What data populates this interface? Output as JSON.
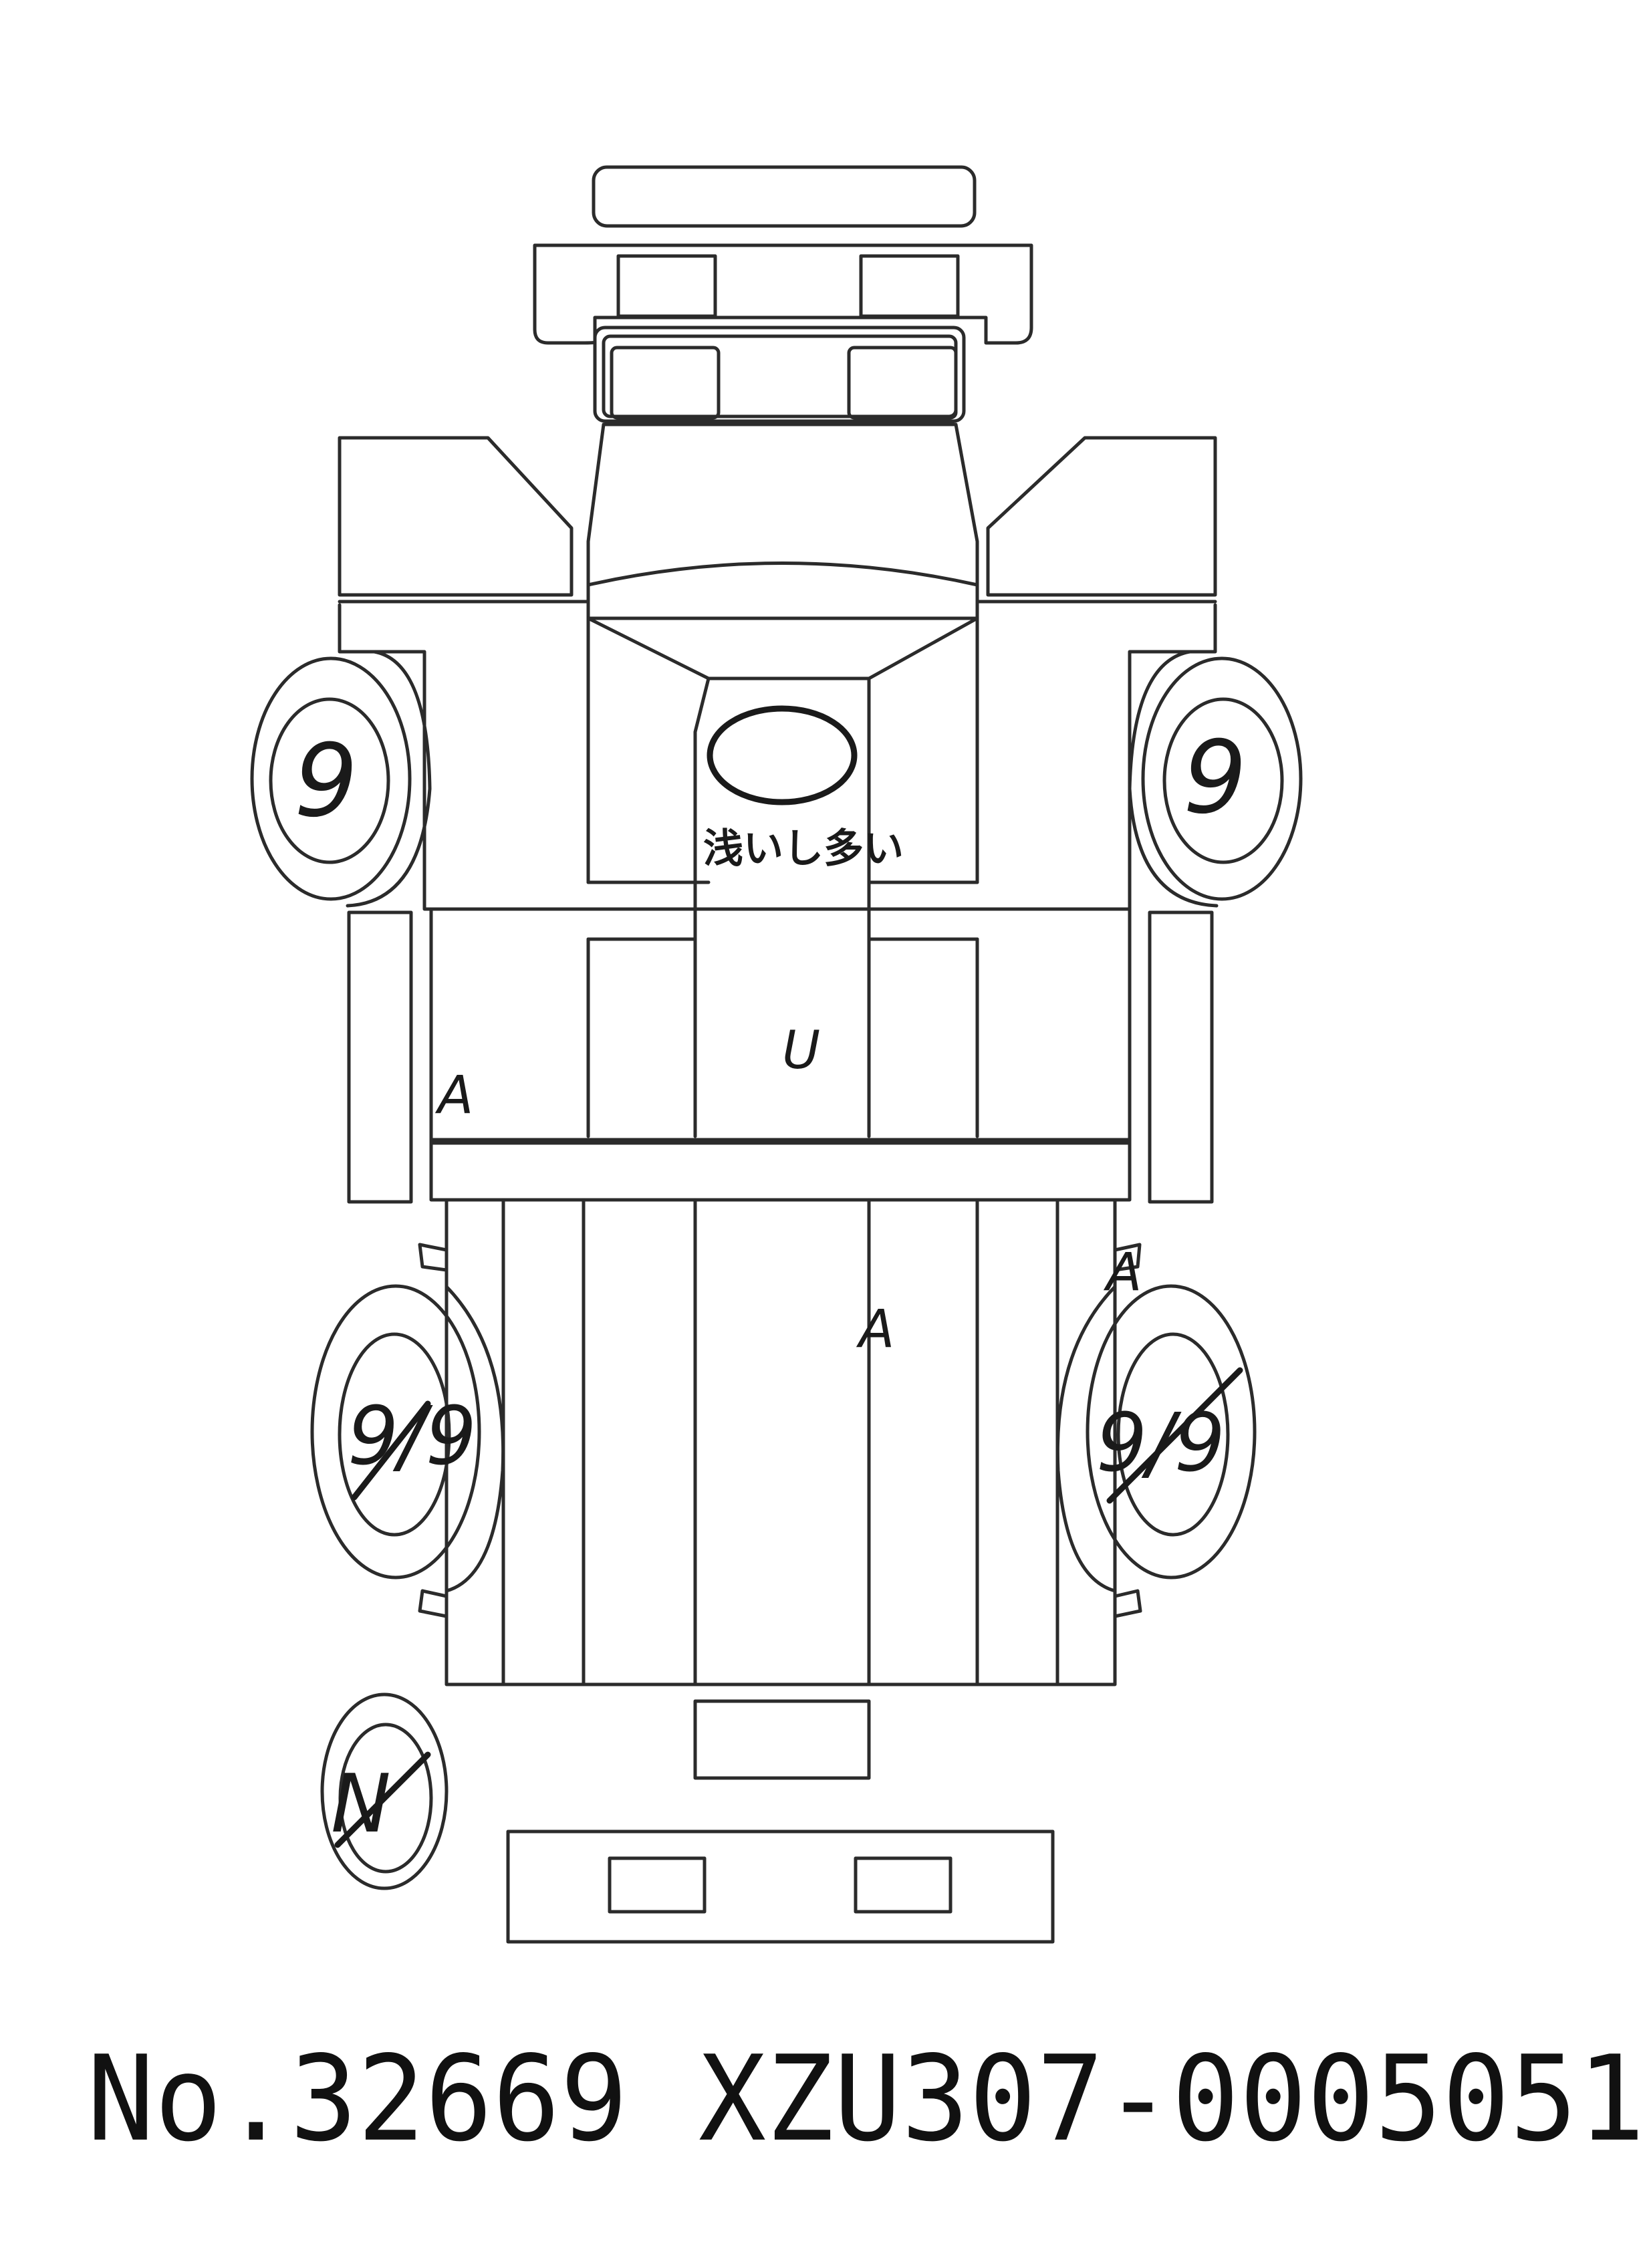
{
  "footer": {
    "lot_number": "No.32669",
    "chassis_number": "XZU307-0005051"
  },
  "marks": {
    "wheel_front_left": "9",
    "wheel_front_right": "9",
    "wheel_rear_left": "9/9",
    "wheel_rear_right": "9/9",
    "spare_tire": "N",
    "cabin_floor": "U",
    "cabin_left": "A",
    "bed_center": "A",
    "bed_right": "A",
    "hood_note": "浅いし多い"
  },
  "colors": {
    "ink": "#1a1a1a",
    "line": "#2b2b2b",
    "paper": "#ffffff"
  }
}
